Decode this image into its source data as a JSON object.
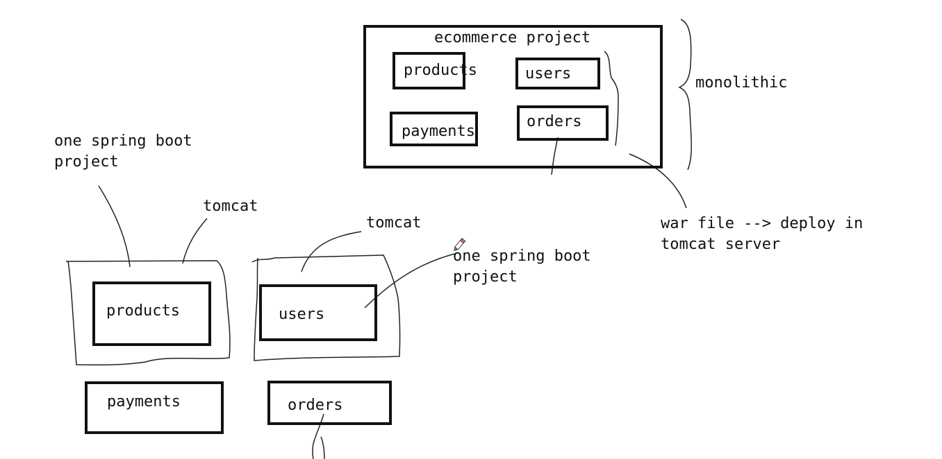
{
  "colors": {
    "ink": "#111111",
    "background": "#ffffff",
    "pen_tip": "#d07070"
  },
  "monolith": {
    "title": "ecommerce project",
    "modules": {
      "products": "products",
      "users": "users",
      "payments": "payments",
      "orders": "orders"
    },
    "side_label": "monolithic",
    "deploy_note_line1": "war file --> deploy in",
    "deploy_note_line2": "tomcat server"
  },
  "microservices": {
    "spring_note_left_line1": "one spring boot",
    "spring_note_left_line2": "project",
    "tomcat_left": "tomcat",
    "tomcat_right": "tomcat",
    "spring_note_right_line1": "one spring boot",
    "spring_note_right_line2": "project",
    "modules": {
      "products": "products",
      "users": "users",
      "payments": "payments",
      "orders": "orders"
    }
  },
  "icons": {
    "pen_cursor": "pencil-icon"
  }
}
